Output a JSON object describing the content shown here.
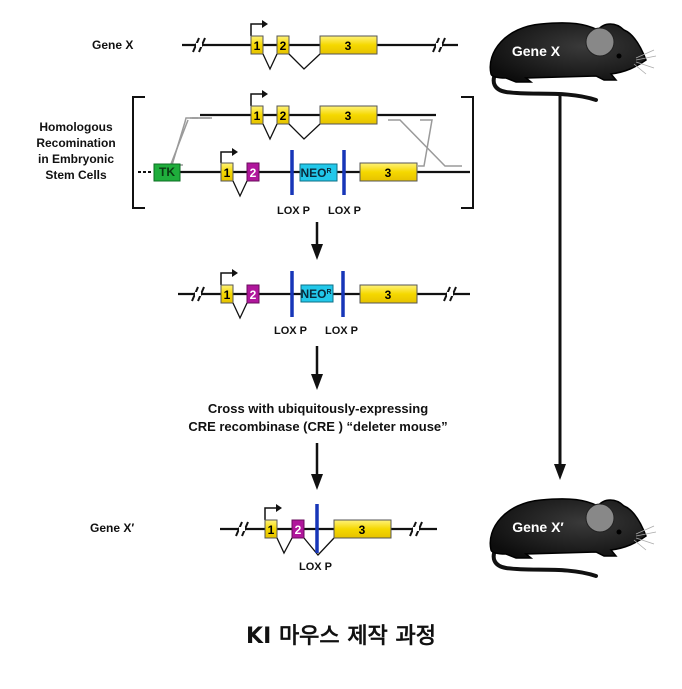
{
  "labels": {
    "gene_x": "Gene X",
    "hr_line1": "Homologous",
    "hr_line2": "Recomination",
    "hr_line3": "in Embryonic",
    "hr_line4": "Stem Cells",
    "gene_x_prime": "Gene X′",
    "cross_line1": "Cross with ubiquitously-expressing",
    "cross_line2": "CRE recombinase (CRE ) “deleter mouse”",
    "caption": "KI 마우스 제작 과정"
  },
  "exons": {
    "e1": "1",
    "e2": "2",
    "e3": "3",
    "tk": "TK",
    "neo": "NEO",
    "neo_sup": "R"
  },
  "loxp": "LOX P",
  "mice": {
    "top_label": "Gene X",
    "bottom_label": "Gene X′"
  },
  "colors": {
    "exon_yellow": "#f5d800",
    "exon_magenta": "#b0169c",
    "tk_green": "#1fae3c",
    "neo_cyan": "#22c8ea",
    "loxp_blue": "#1736b8",
    "gray_cross": "#999999",
    "mouse_body": "#1a1a1a"
  }
}
